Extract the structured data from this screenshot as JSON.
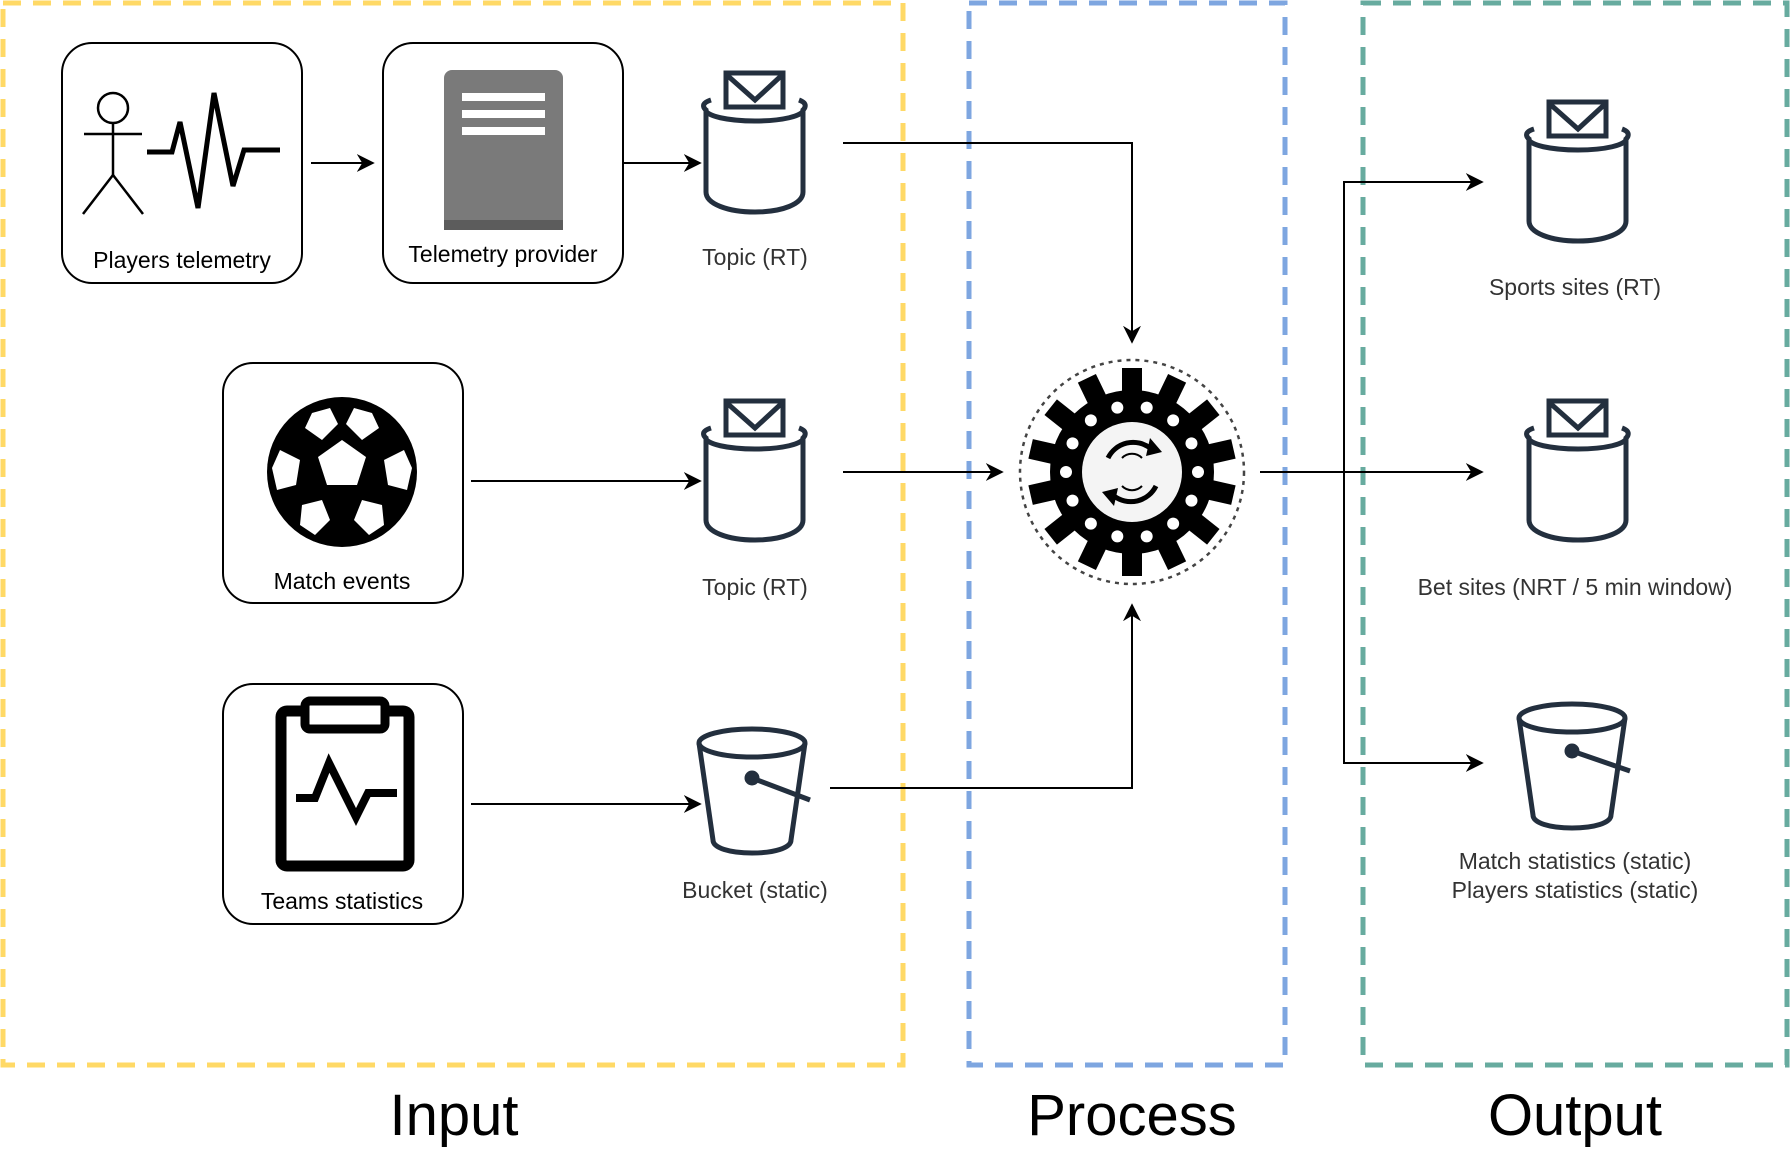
{
  "sections": {
    "input": "Input",
    "process": "Process",
    "output": "Output"
  },
  "nodes": {
    "players_telemetry": "Players telemetry",
    "telemetry_provider": "Telemetry provider",
    "match_events": "Match events",
    "teams_statistics": "Teams statistics",
    "topic_rt_1": "Topic (RT)",
    "topic_rt_2": "Topic (RT)",
    "bucket_static": "Bucket (static)",
    "sports_sites": "Sports sites (RT)",
    "bet_sites": "Bet sites (NRT / 5 min window)",
    "match_statistics": "Match statistics (static)",
    "players_statistics": "Players statistics (static)"
  },
  "colors": {
    "input_border": "#ffd966",
    "process_border": "#7ea6e0",
    "output_border": "#67ab9f",
    "stroke": "#232f3e",
    "server_gray": "#7a7a7a"
  },
  "icons": {
    "players_telemetry": "stick-figure-pulse-icon",
    "telemetry_provider": "server-icon",
    "match_events": "soccer-ball-icon",
    "teams_statistics": "clipboard-chart-icon",
    "topic": "message-topic-icon",
    "bucket": "storage-bucket-icon",
    "process": "gear-sync-icon"
  }
}
